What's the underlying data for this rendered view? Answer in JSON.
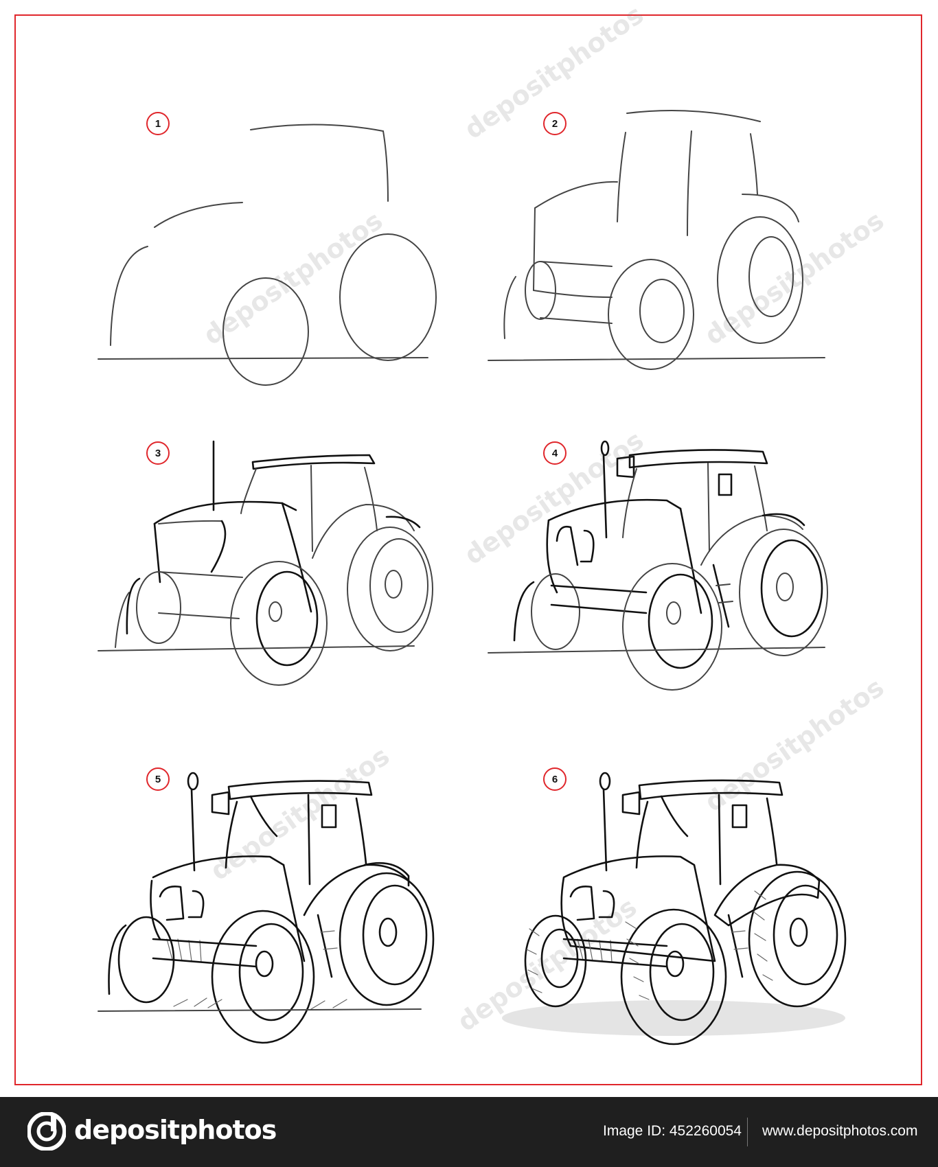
{
  "steps": [
    {
      "number": "1"
    },
    {
      "number": "2"
    },
    {
      "number": "3"
    },
    {
      "number": "4"
    },
    {
      "number": "5"
    },
    {
      "number": "6"
    }
  ],
  "watermark": "depositphotos",
  "footer": {
    "logo_text": "depositphotos",
    "image_id": "Image ID: 452260054",
    "website": "www.depositphotos.com"
  },
  "colors": {
    "frame": "#e0262b",
    "footer_bg": "#1f1f1f"
  }
}
